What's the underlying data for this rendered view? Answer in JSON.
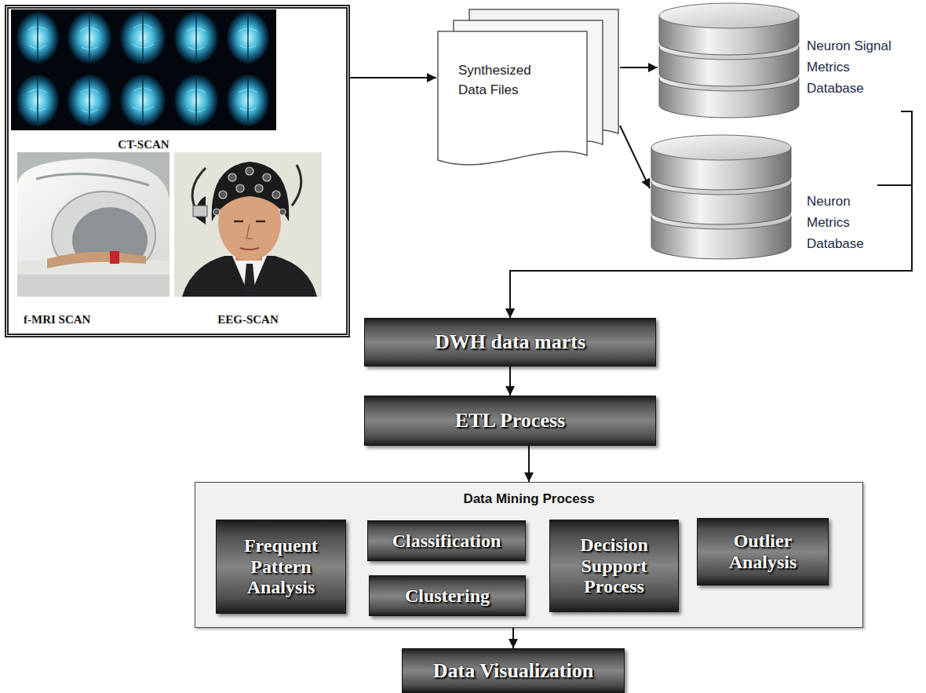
{
  "diagram": {
    "nodes": [
      {
        "text": [
          "CT-SCAN",
          "f-MRI SCAN",
          "EEG-SCAN"
        ]
      },
      {
        "text": [
          "Synthesized Data Files"
        ]
      },
      {
        "text": [
          "Neuron Signal Metrics Database"
        ]
      },
      {
        "text": [
          "Neuron Metrics Database"
        ]
      },
      {
        "text": [
          "DWH data marts"
        ]
      },
      {
        "text": [
          "ETL Process"
        ]
      },
      {
        "text": [
          "Data Mining Process"
        ]
      },
      {
        "text": [
          "Frequent Pattern Analysis"
        ],
        "in": 6
      },
      {
        "text": [
          "Classification"
        ],
        "in": 6
      },
      {
        "text": [
          "Clustering"
        ],
        "in": 6
      },
      {
        "text": [
          "Decision Support Process"
        ],
        "in": 6
      },
      {
        "text": [
          "Outlier Analysis"
        ],
        "in": 6
      },
      {
        "text": [
          "Data Visualization"
        ]
      }
    ],
    "edges": [
      {
        "from": 0,
        "to": 1,
        "arrow": "to"
      },
      {
        "from": 1,
        "to": 2,
        "arrow": "to"
      },
      {
        "from": 1,
        "to": 3,
        "arrow": "to"
      },
      {
        "from": 2,
        "to": 4,
        "arrow": "to"
      },
      {
        "from": 3,
        "to": 4,
        "arrow": "to"
      },
      {
        "from": 4,
        "to": 5,
        "arrow": "to"
      },
      {
        "from": 5,
        "to": 6,
        "arrow": "to"
      },
      {
        "from": 6,
        "to": 12,
        "arrow": "to"
      }
    ]
  }
}
